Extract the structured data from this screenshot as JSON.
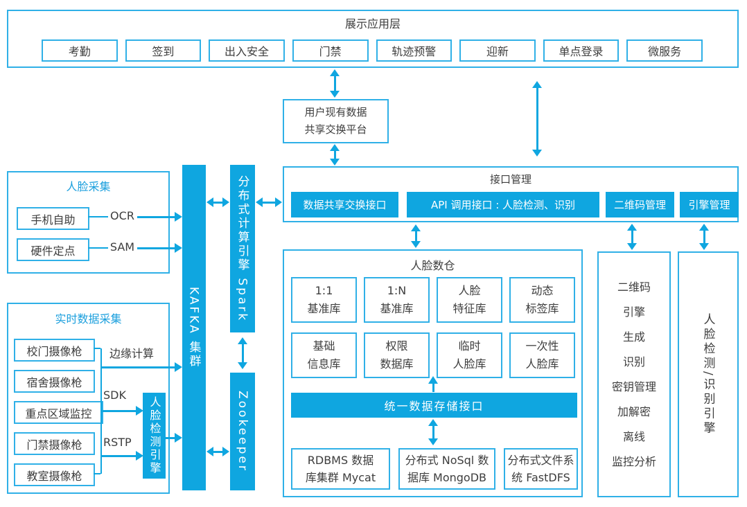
{
  "colors": {
    "fill": "#0fa6e0",
    "border": "#2fb0e7",
    "dark_text": "#3d3d3d",
    "blue_text": "#1b9fdd"
  },
  "display_layer": {
    "title": "展示应用层",
    "apps": [
      "考勤",
      "签到",
      "出入安全",
      "门禁",
      "轨迹预警",
      "迎新",
      "单点登录",
      "微服务"
    ]
  },
  "exchange_platform": {
    "line1": "用户现有数据",
    "line2": "共享交换平台"
  },
  "interface_layer": {
    "title": "接口管理",
    "buttons": [
      "数据共享交换接口",
      "API 调用接口 : 人脸检测、识别",
      "二维码管理",
      "引擎管理"
    ]
  },
  "face_collect": {
    "title": "人脸采集",
    "sources": [
      {
        "label": "手机自助",
        "protocol": "OCR"
      },
      {
        "label": "硬件定点",
        "protocol": "SAM"
      }
    ]
  },
  "realtime_collect": {
    "title": "实时数据采集",
    "cameras": [
      "校门摄像枪",
      "宿舍摄像枪",
      "重点区域监控",
      "门禁摄像枪",
      "教室摄像枪"
    ],
    "edge_label": "边缘计算",
    "sdk_label": "SDK",
    "rstp_label": "RSTP",
    "detect_engine": "人脸检测引擎"
  },
  "middleware": {
    "kafka": "KAFKA 集群",
    "spark": "分布式计算引擎 Spark",
    "zookeeper": "Zookeeper"
  },
  "warehouse": {
    "title": "人脸数仓",
    "row1": [
      [
        "1:1",
        "基准库"
      ],
      [
        "1:N",
        "基准库"
      ],
      [
        "人脸",
        "特征库"
      ],
      [
        "动态",
        "标签库"
      ]
    ],
    "row2": [
      [
        "基础",
        "信息库"
      ],
      [
        "权限",
        "数据库"
      ],
      [
        "临时",
        "人脸库"
      ],
      [
        "一次性",
        "人脸库"
      ]
    ],
    "storage_interface": "统一数据存储接口",
    "databases": [
      [
        "RDBMS 数据",
        "库集群 Mycat"
      ],
      [
        "分布式 NoSql 数",
        "据库 MongoDB"
      ],
      [
        "分布式文件系",
        "统 FastDFS"
      ]
    ]
  },
  "qr_engine": {
    "lines": [
      "二维码",
      "引擎",
      "生成",
      "识别",
      "密钥管理",
      "加解密",
      "离线",
      "监控分析"
    ]
  },
  "face_engine": {
    "label": "人脸检测/识别引擎"
  }
}
